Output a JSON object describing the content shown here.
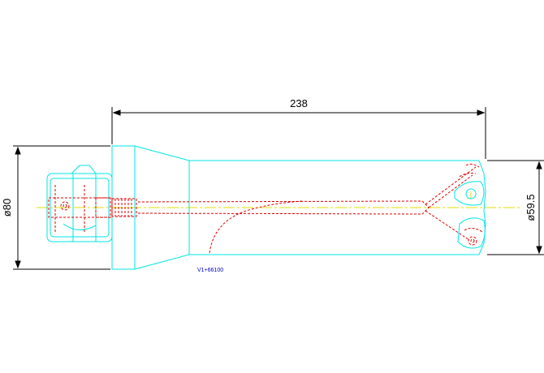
{
  "drawing": {
    "dimensions": {
      "overall_length": "238",
      "body_diameter": "ø80",
      "cutter_diameter": "ø59.5"
    },
    "part_number": "V1+66100"
  },
  "colors": {
    "outline": "#00e5e5",
    "hidden": "#e00000",
    "centerline": "#e0e000",
    "dimension": "#000000",
    "part_number": "#0000cc"
  }
}
